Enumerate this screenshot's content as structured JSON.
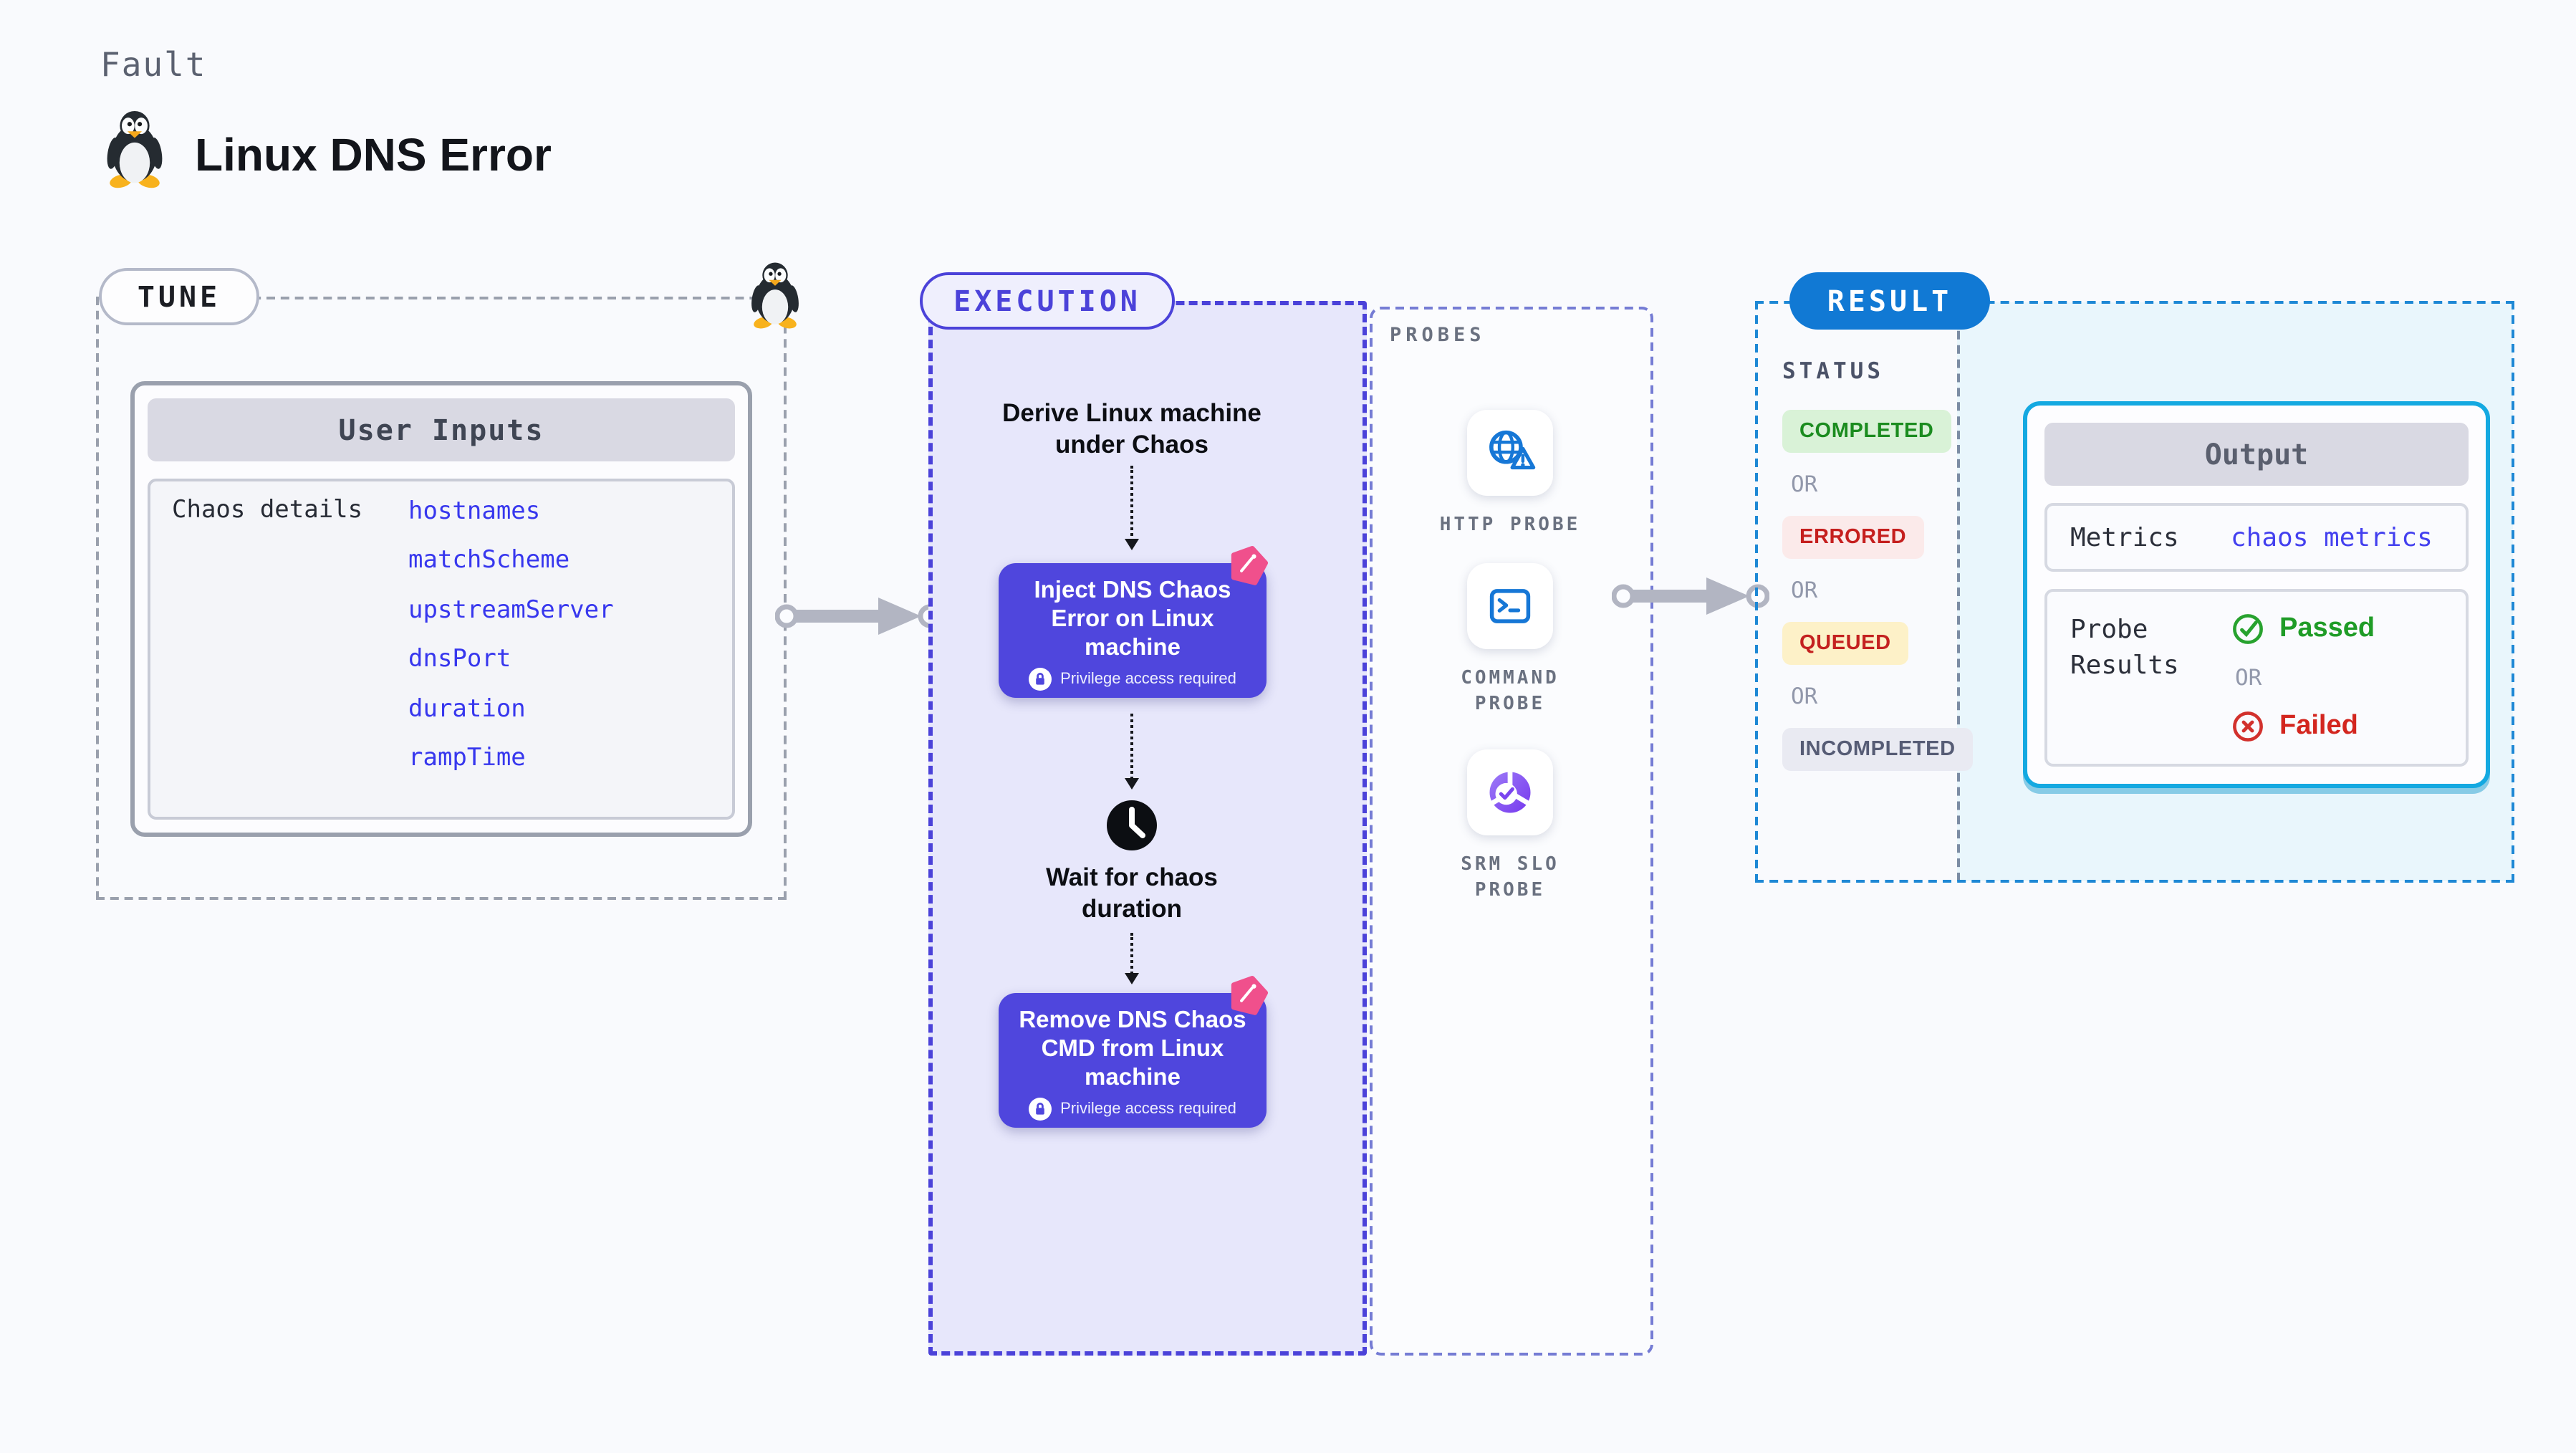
{
  "page": {
    "eyebrow": "Fault",
    "title": "Linux DNS Error"
  },
  "tune": {
    "label": "TUNE",
    "inputs_title": "User Inputs",
    "row_label": "Chaos details",
    "params": [
      "hostnames",
      "matchScheme",
      "upstreamServer",
      "dnsPort",
      "duration",
      "rampTime"
    ]
  },
  "execution": {
    "label": "EXECUTION",
    "derive_step": "Derive Linux machine under Chaos",
    "inject_node": "Inject DNS Chaos Error on Linux machine",
    "wait_step": "Wait for chaos duration",
    "remove_node": "Remove DNS Chaos CMD from Linux machine",
    "privilege_note": "Privilege access required"
  },
  "probes": {
    "label": "PROBES",
    "items": [
      {
        "name": "HTTP PROBE",
        "icon": "globe-alert-icon"
      },
      {
        "name": "COMMAND\nPROBE",
        "icon": "terminal-icon"
      },
      {
        "name": "SRM SLO\nPROBE",
        "icon": "slo-donut-check-icon"
      }
    ]
  },
  "result": {
    "label": "RESULT",
    "status_heading": "STATUS",
    "or_label": "OR",
    "statuses": [
      {
        "text": "COMPLETED",
        "tone": "green"
      },
      {
        "text": "ERRORED",
        "tone": "red"
      },
      {
        "text": "QUEUED",
        "tone": "yellow"
      },
      {
        "text": "INCOMPLETED",
        "tone": "gray"
      }
    ],
    "output": {
      "title": "Output",
      "metrics_label": "Metrics",
      "metrics_value": "chaos metrics",
      "probe_results_label": "Probe Results",
      "passed_label": "Passed",
      "failed_label": "Failed"
    }
  },
  "icons": {
    "tux-penguin-icon": "svg penguin shape",
    "lock-icon": "white circle with indigo padlock",
    "clock-icon": "black circle clock",
    "chaos-spark-icon": "pink rotated burst with white needle",
    "globe-alert-icon": "blue globe with warning triangle",
    "terminal-icon": "blue terminal prompt",
    "slo-donut-check-icon": "purple donut with white check circle",
    "check-circle-icon": "green circled check",
    "x-circle-icon": "red circled x",
    "flow-arrow-icon": "gray thick arrow with circle endpoints",
    "dotted-arrow-icon": "black dotted vertical arrow"
  },
  "colors": {
    "page_bg": "#f9fafd",
    "accent_indigo": "#4f46dd",
    "lavender_fill": "#e7e7fb",
    "result_blue": "#1179d4",
    "cyan_fill": "#e9f6fc",
    "cyan_border": "#14a9e1",
    "code_blue": "#3737ee",
    "green": "#1b8c1f",
    "red": "#c51f1e",
    "gray_dash": "#9aa0ad",
    "pink": "#f0508c"
  }
}
